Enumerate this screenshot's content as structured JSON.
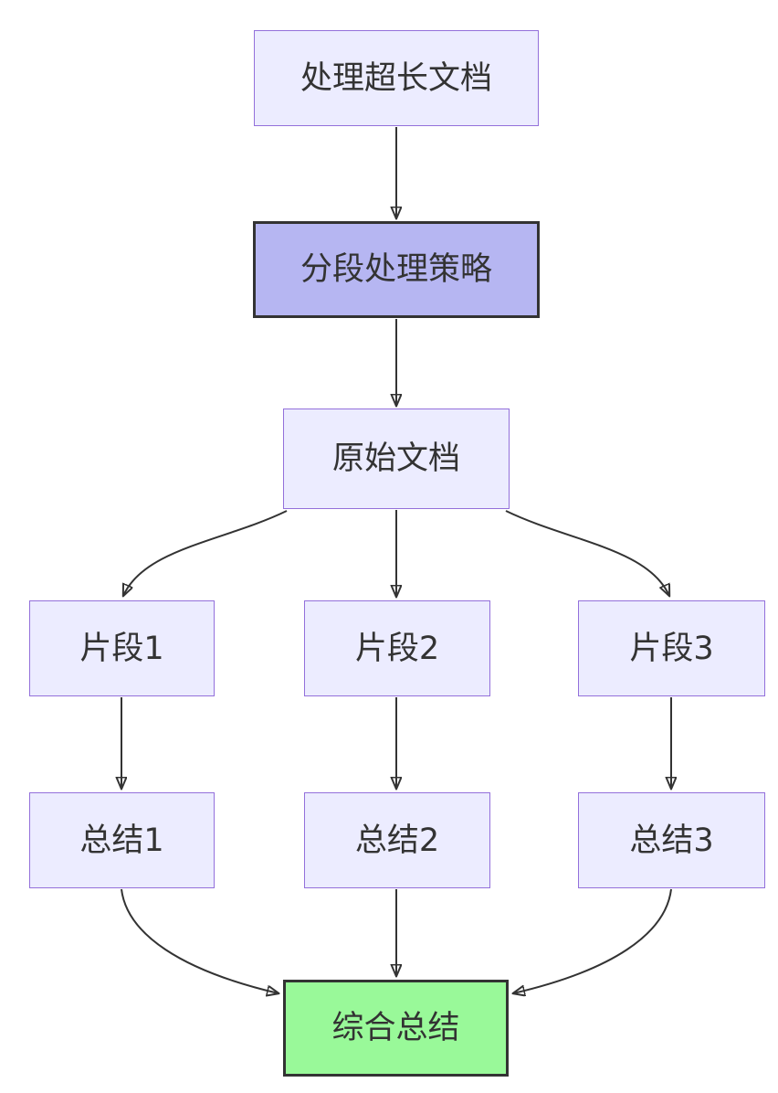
{
  "diagram": {
    "type": "flowchart",
    "direction": "top-down",
    "nodes": [
      {
        "id": "A",
        "label": "处理超长文档",
        "kind": "default"
      },
      {
        "id": "B",
        "label": "分段处理策略",
        "kind": "highlight"
      },
      {
        "id": "C",
        "label": "原始文档",
        "kind": "default"
      },
      {
        "id": "D",
        "label": "片段1",
        "kind": "default"
      },
      {
        "id": "E",
        "label": "片段2",
        "kind": "default"
      },
      {
        "id": "F",
        "label": "片段3",
        "kind": "default"
      },
      {
        "id": "G",
        "label": "总结1",
        "kind": "default"
      },
      {
        "id": "H",
        "label": "总结2",
        "kind": "default"
      },
      {
        "id": "I",
        "label": "总结3",
        "kind": "default"
      },
      {
        "id": "J",
        "label": "综合总结",
        "kind": "success"
      }
    ],
    "edges": [
      {
        "from": "处理超长文档",
        "to": "分段处理策略"
      },
      {
        "from": "分段处理策略",
        "to": "原始文档"
      },
      {
        "from": "原始文档",
        "to": "片段1"
      },
      {
        "from": "原始文档",
        "to": "片段2"
      },
      {
        "from": "原始文档",
        "to": "片段3"
      },
      {
        "from": "片段1",
        "to": "总结1"
      },
      {
        "from": "片段2",
        "to": "总结2"
      },
      {
        "from": "片段3",
        "to": "总结3"
      },
      {
        "from": "总结1",
        "to": "综合总结"
      },
      {
        "from": "总结2",
        "to": "综合总结"
      },
      {
        "from": "总结3",
        "to": "综合总结"
      }
    ],
    "colors": {
      "node_fill": "#ECECFF",
      "node_border": "#9370DB",
      "highlight_fill": "#B6B6F2",
      "highlight_border": "#333333",
      "success_fill": "#99F999",
      "success_border": "#333333",
      "edge": "#333333",
      "text": "#333333",
      "background": "#FFFFFF"
    }
  }
}
